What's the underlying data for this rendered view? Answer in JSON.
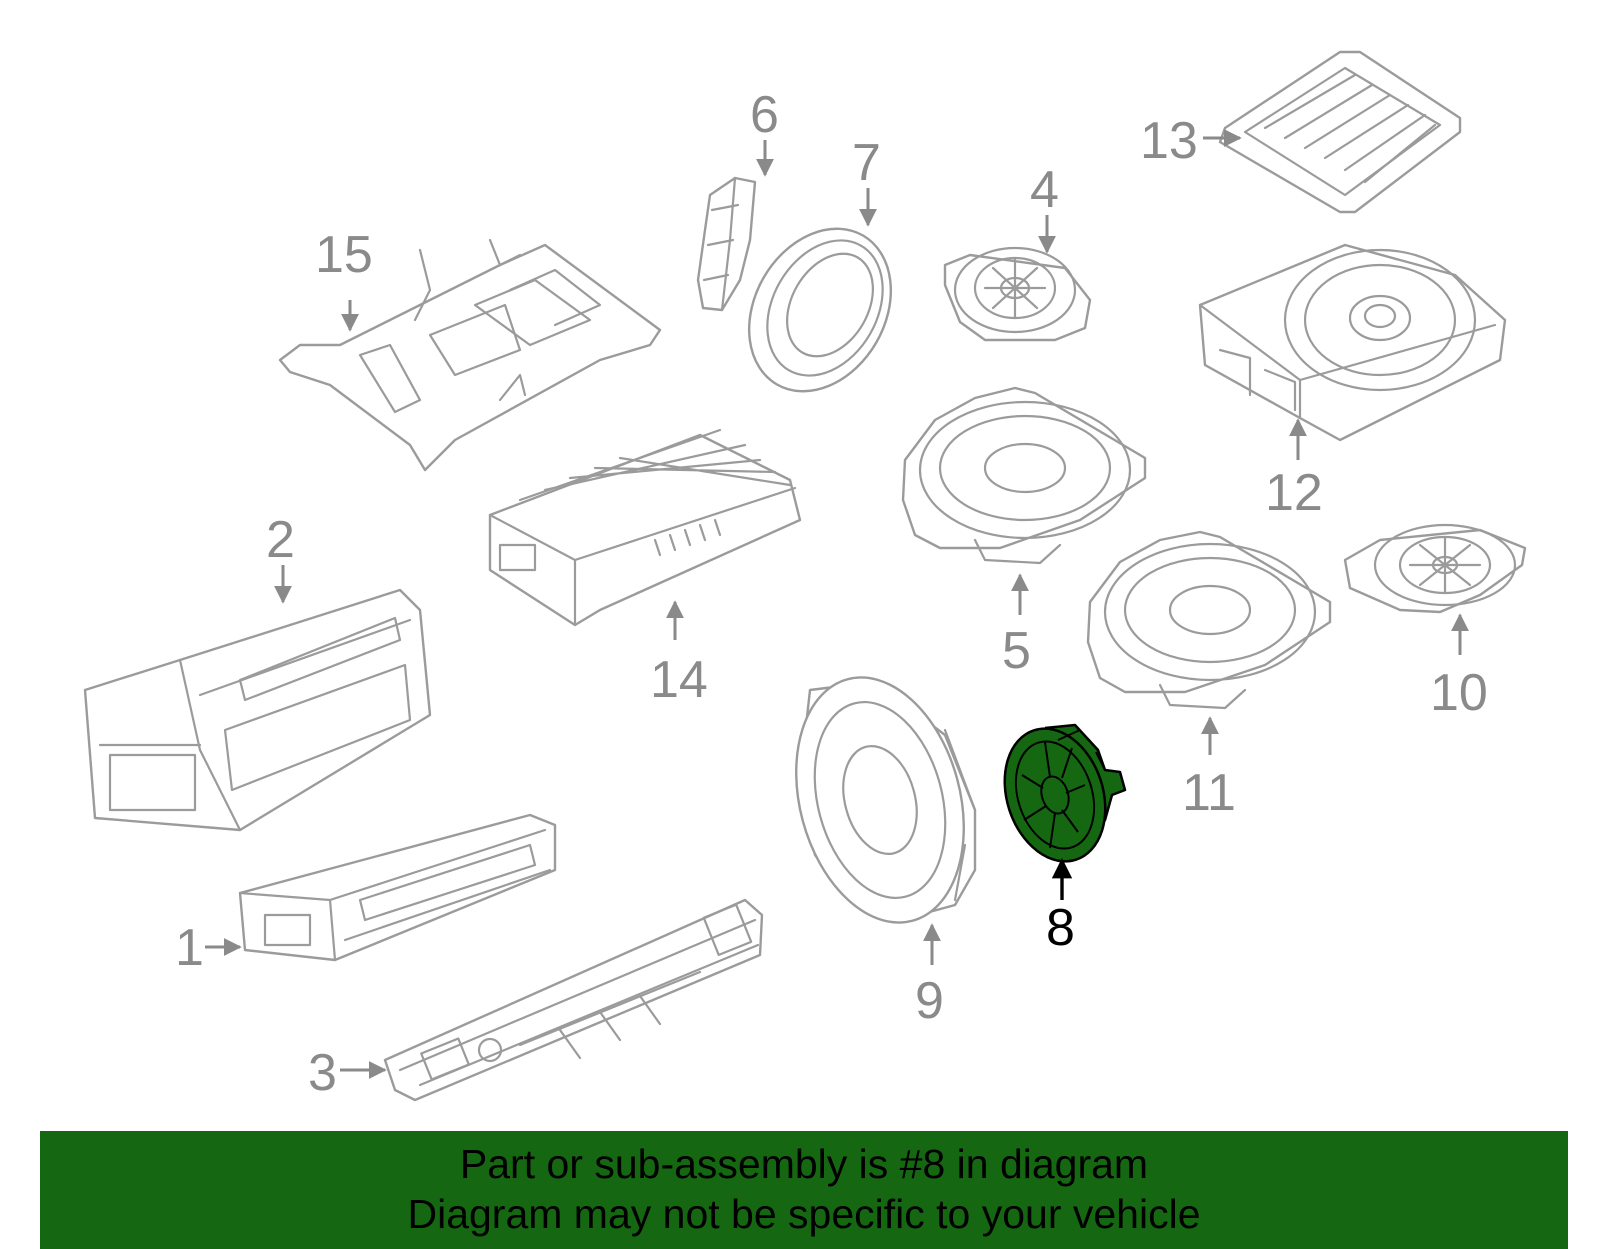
{
  "diagram": {
    "labels": {
      "p1": "1",
      "p2": "2",
      "p3": "3",
      "p4": "4",
      "p5": "5",
      "p6": "6",
      "p7": "7",
      "p8": "8",
      "p9": "9",
      "p10": "10",
      "p11": "11",
      "p12": "12",
      "p13": "13",
      "p14": "14",
      "p15": "15"
    },
    "highlighted_part": "8",
    "colors": {
      "highlight": "#156811",
      "line": "#9b9b9b",
      "label": "#8a8a8a",
      "banner": "#156811"
    }
  },
  "banner": {
    "line1": "Part or sub-assembly is #8 in diagram",
    "line2": "Diagram may not be specific to your vehicle"
  }
}
